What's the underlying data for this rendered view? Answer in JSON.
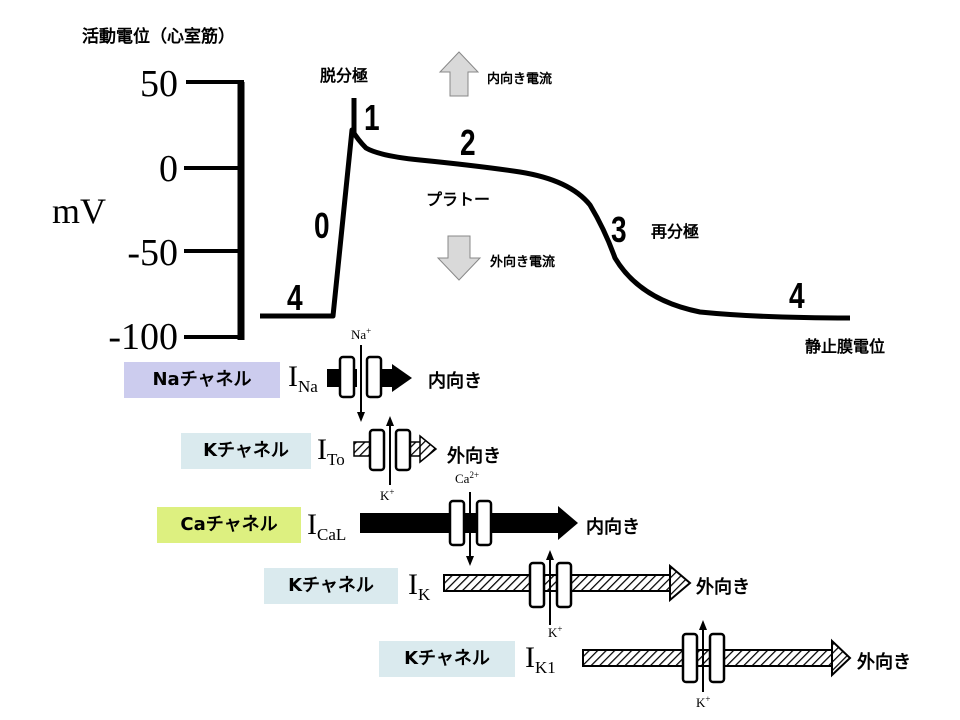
{
  "title": "活動電位（心室筋）",
  "axis": {
    "unit": "mV",
    "ticks": [
      "50",
      "0",
      "-50",
      "-100"
    ]
  },
  "phases": {
    "p0": "0",
    "p1": "1",
    "p2": "2",
    "p3": "3",
    "p4_left": "4",
    "p4_right": "4"
  },
  "annotations": {
    "depolarization": "脱分極",
    "plateau": "プラトー",
    "repolarization": "再分極",
    "resting_potential": "静止膜電位"
  },
  "legend": {
    "inward_current": "内向き電流",
    "outward_current": "外向き電流",
    "arrow_color": "#d9d9d9"
  },
  "channels": [
    {
      "name": "Naチャネル",
      "current_main": "I",
      "current_sub": "Na",
      "ion": "Na",
      "ion_charge": "+",
      "direction": "内向き",
      "box_color": "#ccccee",
      "style": "solid"
    },
    {
      "name": "Kチャネル",
      "current_main": "I",
      "current_sub": "To",
      "ion": "K",
      "ion_charge": "+",
      "direction": "外向き",
      "box_color": "#daeaee",
      "style": "hatched"
    },
    {
      "name": "Caチャネル",
      "current_main": "I",
      "current_sub": "CaL",
      "ion": "Ca",
      "ion_charge": "2+",
      "direction": "内向き",
      "box_color": "#ddf080",
      "style": "solid"
    },
    {
      "name": "Kチャネル",
      "current_main": "I",
      "current_sub": "K",
      "ion": "K",
      "ion_charge": "+",
      "direction": "外向き",
      "box_color": "#daeaee",
      "style": "hatched"
    },
    {
      "name": "Kチャネル",
      "current_main": "I",
      "current_sub": "K1",
      "ion": "K",
      "ion_charge": "+",
      "direction": "外向き",
      "box_color": "#daeaee",
      "style": "hatched"
    }
  ]
}
